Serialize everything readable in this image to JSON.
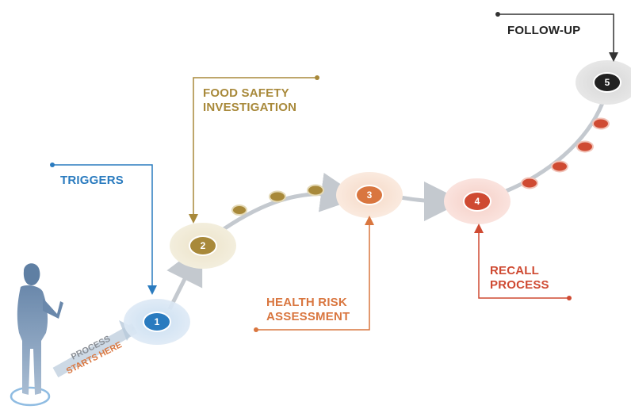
{
  "steps": [
    {
      "number": "1",
      "label_lines": [
        "TRIGGERS"
      ],
      "color": "#2a7bbf"
    },
    {
      "number": "2",
      "label_lines": [
        "FOOD SAFETY",
        "INVESTIGATION"
      ],
      "color": "#a8893a"
    },
    {
      "number": "3",
      "label_lines": [
        "HEALTH RISK",
        "ASSESSMENT"
      ],
      "color": "#d9763f"
    },
    {
      "number": "4",
      "label_lines": [
        "RECALL",
        "PROCESS"
      ],
      "color": "#cf4a32"
    },
    {
      "number": "5",
      "label_lines": [
        "FOLLOW-UP"
      ],
      "color": "#222222"
    }
  ],
  "start_text": {
    "line1": "PROCESS",
    "line2": "STARTS HERE"
  },
  "colors": {
    "trigger_blue": "#2a7bbf",
    "investigation_gold": "#a8893a",
    "assessment_orange": "#d9763f",
    "recall_red": "#cf4a32",
    "followup_dark": "#222222",
    "path_gray": "#c4c9cf",
    "person": "#5f7fa3"
  },
  "icons": [
    "person-figure-icon",
    "step-circle-icon",
    "arrow-head-icon"
  ]
}
